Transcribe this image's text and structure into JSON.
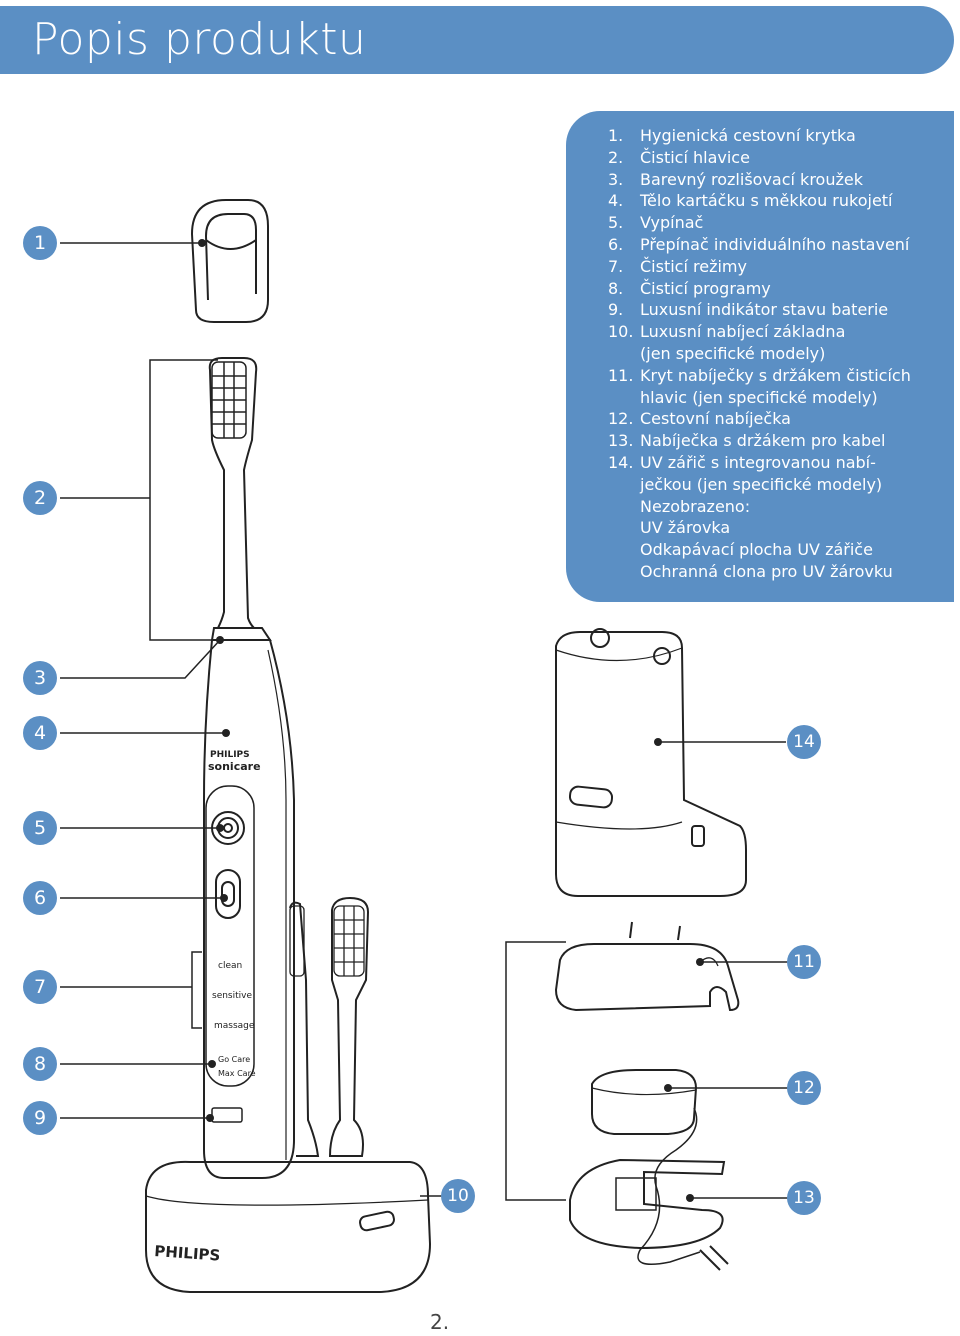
{
  "title": "Popis produktu",
  "legend": {
    "items": [
      {
        "num": "1.",
        "text": "Hygienická cestovní krytka"
      },
      {
        "num": "2.",
        "text": "Čisticí hlavice"
      },
      {
        "num": "3.",
        "text": "Barevný rozlišovací kroužek"
      },
      {
        "num": "4.",
        "text": "Tělo kartáčku s měkkou rukojetí"
      },
      {
        "num": "5.",
        "text": "Vypínač"
      },
      {
        "num": "6.",
        "text": "Přepínač individuálního nastavení"
      },
      {
        "num": "7.",
        "text": "Čisticí režimy"
      },
      {
        "num": "8.",
        "text": "Čisticí programy"
      },
      {
        "num": "9.",
        "text": "Luxusní indikátor stavu baterie"
      },
      {
        "num": "10.",
        "text": "Luxusní nabíjecí základna\n(jen specifické modely)"
      },
      {
        "num": "11.",
        "text": "Kryt nabíječky s držákem čisticích\nhlavic (jen specifické modely)"
      },
      {
        "num": "12.",
        "text": "Cestovní nabíječka"
      },
      {
        "num": "13.",
        "text": "Nabíječka s držákem pro kabel"
      },
      {
        "num": "14.",
        "text": "UV zářič s integrovanou nabí-\nječkou (jen specifické modely)"
      }
    ],
    "not_shown": "Nezobrazeno:",
    "extra": [
      "UV žárovka",
      "Odkapávací plocha UV zářiče",
      "Ochranná clona pro UV žárovku"
    ]
  },
  "callouts": [
    "1",
    "2",
    "3",
    "4",
    "5",
    "6",
    "7",
    "8",
    "9",
    "10",
    "11",
    "12",
    "13",
    "14"
  ],
  "handle_labels": {
    "brand_top": "PHILIPS",
    "brand_product": "sonicare",
    "modes": [
      "clean",
      "sensitive",
      "massage"
    ],
    "programs": [
      "Go Care",
      "Max Care"
    ],
    "base_brand": "PHILIPS"
  },
  "page_number": "2.",
  "colors": {
    "accent": "#5b8fc4",
    "line": "#222222"
  }
}
